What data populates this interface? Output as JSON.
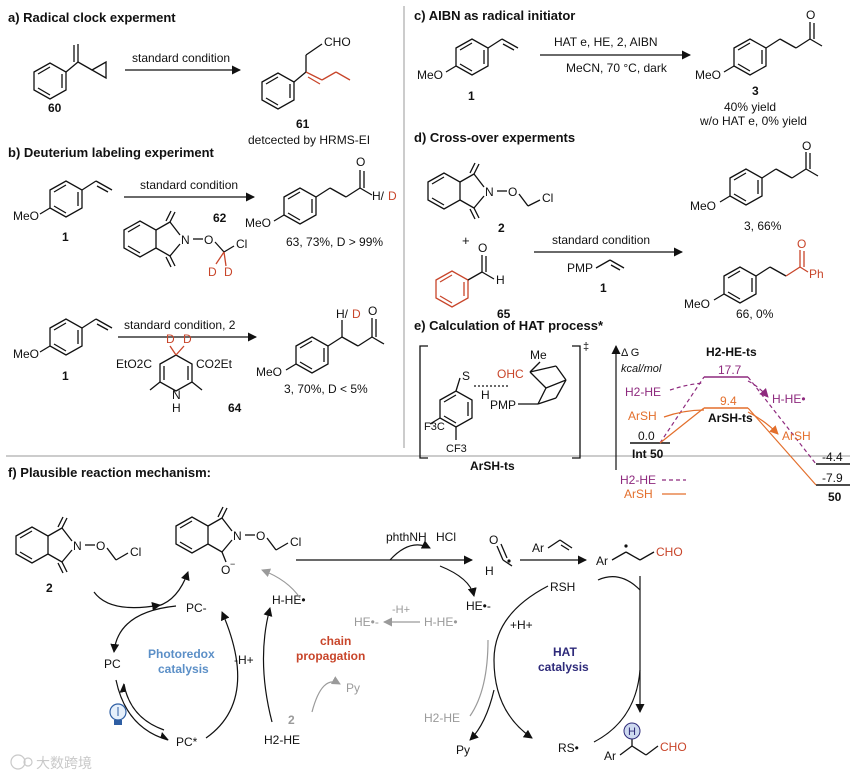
{
  "colors": {
    "black": "#111111",
    "red": "#c8452a",
    "orange": "#e36f2c",
    "purple": "#8e2a7e",
    "gray": "#9a9a9a",
    "blue": "#5b8fc7",
    "navy": "#2e2a7a"
  },
  "panel_a": {
    "title": "a) Radical clock experment",
    "arrow_label": "standard condition",
    "sm_label": "60",
    "prod_label": "61",
    "prod_aldehyde": "CHO",
    "note": "detcected by HRMS-EI"
  },
  "panel_b": {
    "title": "b) Deuterium labeling experiment",
    "rxn1": {
      "arrow_label": "standard condition",
      "sm_methoxy": "MeO",
      "sm_label": "1",
      "reagent_label": "62",
      "reagent_cl": "Cl",
      "reagent_n": "N",
      "reagent_o": "O",
      "reagent_d1": "D",
      "reagent_d2": "D",
      "prod_methoxy": "MeO",
      "prod_o": "O",
      "prod_h": "H/",
      "prod_d": "D",
      "result": "63, 73%, D > 99%"
    },
    "rxn2": {
      "arrow_label": "standard condition, 2",
      "sm_methoxy": "MeO",
      "sm_label": "1",
      "ester_left": "EtO2C",
      "ester_right": "CO2Et",
      "d1": "D",
      "d2": "D",
      "nh_n": "N",
      "nh_h": "H",
      "reagent_label": "64",
      "prod_methoxy": "MeO",
      "prod_o": "O",
      "prod_h": "H/",
      "prod_d": "D",
      "result": "3, 70%, D < 5%"
    }
  },
  "panel_c": {
    "title": "c) AIBN as radical initiator",
    "conditions_top": "HAT e, HE, 2, AIBN",
    "conditions_bottom": "MeCN, 70 °C, dark",
    "sm_methoxy": "MeO",
    "sm_label": "1",
    "prod_methoxy": "MeO",
    "prod_o": "O",
    "prod_label": "3",
    "yield1": "40% yield",
    "yield2": "w/o HAT e, 0% yield"
  },
  "panel_d": {
    "title": "d) Cross-over experments",
    "reagent2_label": "2",
    "reagent2_n": "N",
    "reagent2_o": "O",
    "reagent2_cl": "Cl",
    "plus": "+",
    "ald_o": "O",
    "ald_h": "H",
    "ald_label": "65",
    "arrow_label": "standard condition",
    "pmp": "PMP",
    "below_label": "1",
    "prod1_methoxy": "MeO",
    "prod1_o": "O",
    "prod1_label": "3, 66%",
    "prod2_methoxy": "MeO",
    "prod2_o": "O",
    "prod2_ph": "Ph",
    "prod2_label": "66, 0%"
  },
  "panel_e": {
    "title": "e) Calculation of HAT process*",
    "ts_label": "ArSH-ts",
    "ts_s": "S",
    "ts_h": "H",
    "ts_ohc": "OHC",
    "ts_me": "Me",
    "ts_pmp": "PMP",
    "ts_cf3_left": "F3C",
    "ts_cf3_bottom": "CF3",
    "ts_dagger": "‡",
    "energy_axis": "Δ G",
    "energy_unit": "kcal/mol",
    "h2he_ts_label": "H2-HE-ts",
    "arsh_ts_label": "ArSH-ts",
    "val_177": "17.7",
    "val_94": "9.4",
    "val_00": "0.0",
    "val_m44": "-4.4",
    "val_m79": "-7.9",
    "start_label": "Int 50",
    "end_label": "50",
    "left_h2he": "H2-HE",
    "left_arsh": "ArSH",
    "right_he": "H-HE•",
    "right_arsh": "ArSH",
    "legend_h2he": "H2-HE",
    "legend_arsh": "ArSH"
  },
  "panel_f": {
    "title": "f) Plausible reaction mechanism:",
    "sm_label": "2",
    "sm_n": "N",
    "sm_o": "O",
    "sm_cl": "Cl",
    "rad_n": "N",
    "rad_o": "O",
    "rad_cl": "Cl",
    "rad_ominus": "O",
    "byproduct_phthnh": "phthNH",
    "byproduct_hcl": "HCl",
    "acyl_o": "O",
    "acyl_h": "H",
    "alkene_ar": "Ar",
    "radical_ar": "Ar",
    "radical_cho": "CHO",
    "final_ar": "Ar",
    "final_h": "H",
    "final_cho": "CHO",
    "pc_minus": "PC-",
    "pc": "PC",
    "pc_star": "PC*",
    "photoredox_1": "Photoredox",
    "photoredox_2": "catalysis",
    "minus_h_plus": "-H+",
    "h_he_rad": "H-HE•",
    "h2_he": "H2-HE",
    "label_2": "2",
    "chain_1": "chain",
    "chain_2": "propagation",
    "py_gray": "Py",
    "he_rad_minus_gray": "HE•-",
    "minus_h_gray": "-H+",
    "h_he_rad_gray": "H-HE•",
    "he_rad_minus": "HE•-",
    "plus_h_plus": "+H+",
    "h2he_gray": "H2-HE",
    "py": "Py",
    "rsh": "RSH",
    "rs_rad": "RS•",
    "hat_1": "HAT",
    "hat_2": "catalysis"
  },
  "watermark": "大数跨境"
}
